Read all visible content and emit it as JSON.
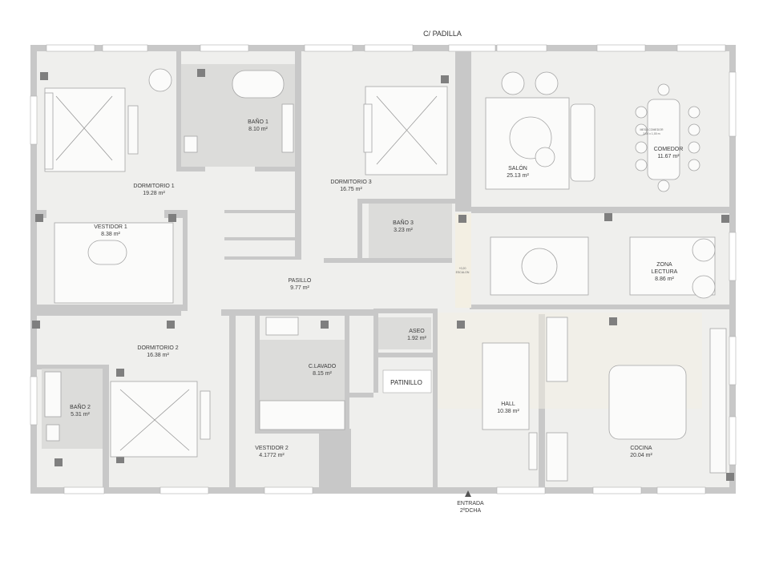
{
  "street": "C/ PADILLA",
  "rooms": {
    "dormitorio1": {
      "name": "DORMITORIO 1",
      "area": "19.28 m²"
    },
    "bano1": {
      "name": "BAÑO 1",
      "area": "8.10 m²"
    },
    "dormitorio3": {
      "name": "DORMITORIO 3",
      "area": "16.75 m²"
    },
    "bano3": {
      "name": "BAÑO 3",
      "area": "3.23 m²"
    },
    "salon": {
      "name": "SALÓN",
      "area": "25.13 m²"
    },
    "comedor": {
      "name": "COMEDOR",
      "area": "11.67 m²"
    },
    "vestidor1": {
      "name": "VESTIDOR 1",
      "area": "8.38 m²"
    },
    "pasillo": {
      "name": "PASILLO",
      "area": "9.77 m²"
    },
    "zona_lectura": {
      "name_1": "ZONA",
      "name_2": "LECTURA",
      "area": "8.86 m²"
    },
    "dormitorio2": {
      "name": "DORMITORIO 2",
      "area": "16.38 m²"
    },
    "aseo": {
      "name": "ASEO",
      "area": "1.92 m²"
    },
    "c_lavado": {
      "name": "C.LAVADO",
      "area": "8.15 m²"
    },
    "patinillo": {
      "name": "PATINILLO"
    },
    "bano2": {
      "name": "BAÑO 2",
      "area": "5.31 m²"
    },
    "hall": {
      "name": "HALL",
      "area": "10.38 m²"
    },
    "cocina": {
      "name": "COCINA",
      "area": "20.04 m²"
    },
    "vestidor2": {
      "name": "VESTIDOR 2",
      "area": "4.1772 m²"
    }
  },
  "entrance": {
    "line1": "ENTRADA",
    "line2": "2ºDCHA"
  },
  "notes": {
    "mesa_1": "MESA COMEDOR",
    "mesa_2": "2,00 x 1,00 m",
    "step": "+0,20",
    "step2": "ESCALON"
  }
}
